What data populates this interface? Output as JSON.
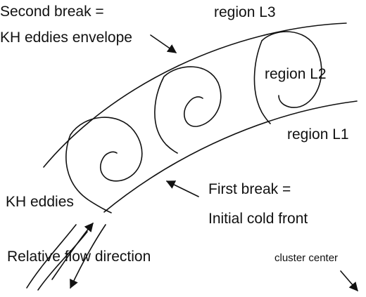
{
  "labels": {
    "second_break_line1": "Second break =",
    "second_break_line2": "KH eddies envelope",
    "region_l3": "region L3",
    "region_l2": "region L2",
    "region_l1": "region L1",
    "first_break_line1": "First break =",
    "first_break_line2": "Initial cold front",
    "kh_eddies": "KH eddies",
    "relative_flow": "Relative flow direction",
    "cluster_center": "cluster center"
  },
  "colors": {
    "ink": "#111111",
    "background": "#ffffff"
  }
}
